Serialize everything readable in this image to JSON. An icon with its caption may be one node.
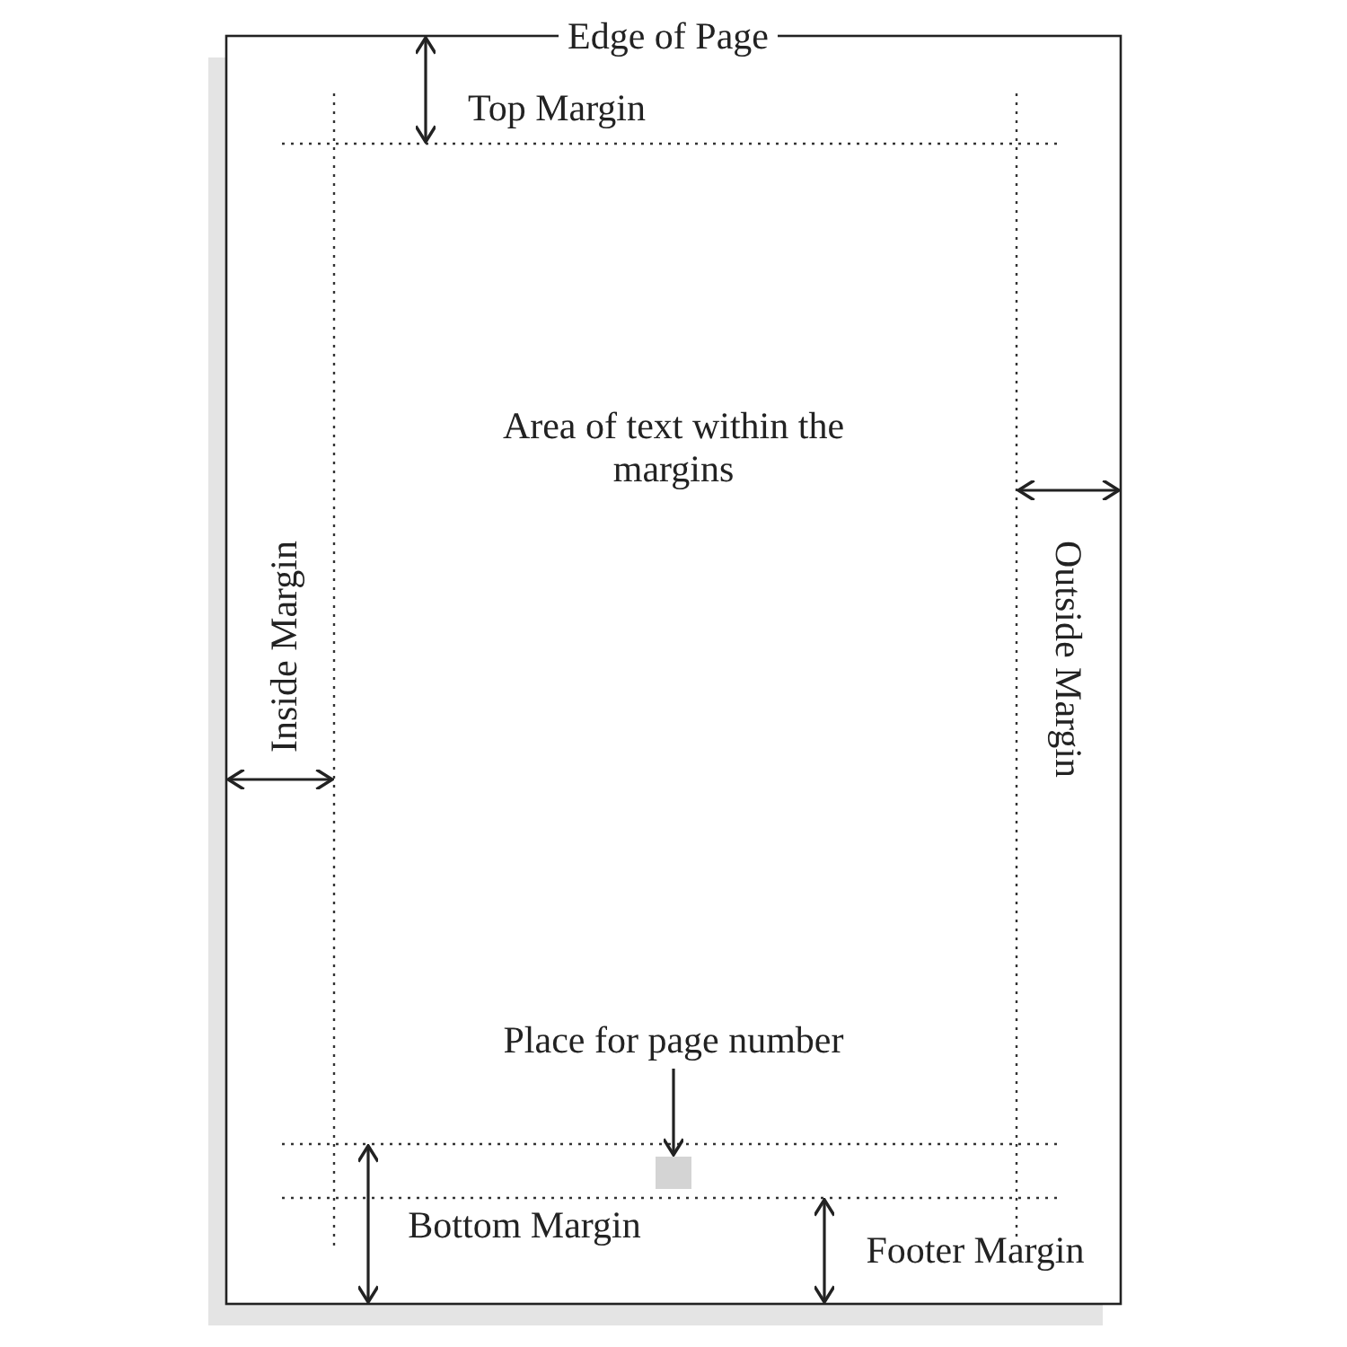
{
  "diagram": {
    "nodes": [
      {
        "text": [
          "Place for page number"
        ]
      },
      {
        "text": [],
        "shape": "box"
      }
    ],
    "edges": [
      {
        "from": 0,
        "to": 1,
        "arrow": "to"
      }
    ],
    "labels": [
      "Edge of Page",
      "Top Margin",
      "Area of text within the margins",
      "Outside Margin",
      "Inside Margin",
      "Bottom Margin",
      "Footer Margin"
    ]
  }
}
